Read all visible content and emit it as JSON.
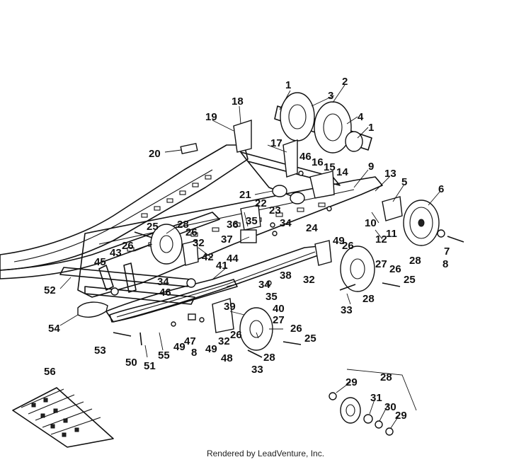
{
  "footer": "Rendered by LeadVenture, Inc.",
  "callouts": [
    {
      "id": "c1a",
      "text": "1"
    },
    {
      "id": "c2",
      "text": "2"
    },
    {
      "id": "c3",
      "text": "3"
    },
    {
      "id": "c4",
      "text": "4"
    },
    {
      "id": "c1b",
      "text": "1"
    },
    {
      "id": "c18",
      "text": "18"
    },
    {
      "id": "c19",
      "text": "19"
    },
    {
      "id": "c17",
      "text": "17"
    },
    {
      "id": "c20",
      "text": "20"
    },
    {
      "id": "c46a",
      "text": "46"
    },
    {
      "id": "c16",
      "text": "16"
    },
    {
      "id": "c15",
      "text": "15"
    },
    {
      "id": "c14",
      "text": "14"
    },
    {
      "id": "c9",
      "text": "9"
    },
    {
      "id": "c13",
      "text": "13"
    },
    {
      "id": "c5",
      "text": "5"
    },
    {
      "id": "c6",
      "text": "6"
    },
    {
      "id": "c21",
      "text": "21"
    },
    {
      "id": "c22",
      "text": "22"
    },
    {
      "id": "c23",
      "text": "23"
    },
    {
      "id": "c10",
      "text": "10"
    },
    {
      "id": "c11",
      "text": "11"
    },
    {
      "id": "c12",
      "text": "12"
    },
    {
      "id": "c36",
      "text": "36"
    },
    {
      "id": "c35a",
      "text": "35"
    },
    {
      "id": "c34a",
      "text": "34"
    },
    {
      "id": "c24",
      "text": "24"
    },
    {
      "id": "c25a",
      "text": "25"
    },
    {
      "id": "c28a",
      "text": "28"
    },
    {
      "id": "c26a",
      "text": "26"
    },
    {
      "id": "c32a",
      "text": "32"
    },
    {
      "id": "c37",
      "text": "37"
    },
    {
      "id": "c49a",
      "text": "49"
    },
    {
      "id": "c26b",
      "text": "26"
    },
    {
      "id": "c7",
      "text": "7"
    },
    {
      "id": "c28b",
      "text": "28"
    },
    {
      "id": "c8a",
      "text": "8"
    },
    {
      "id": "c26c",
      "text": "26"
    },
    {
      "id": "c43",
      "text": "43"
    },
    {
      "id": "c42",
      "text": "42"
    },
    {
      "id": "c44",
      "text": "44"
    },
    {
      "id": "c41",
      "text": "41"
    },
    {
      "id": "c45",
      "text": "45"
    },
    {
      "id": "c27a",
      "text": "27"
    },
    {
      "id": "c26d",
      "text": "26"
    },
    {
      "id": "c38",
      "text": "38"
    },
    {
      "id": "c32b",
      "text": "32"
    },
    {
      "id": "c25b",
      "text": "25"
    },
    {
      "id": "c52",
      "text": "52"
    },
    {
      "id": "c34b",
      "text": "34"
    },
    {
      "id": "c46b",
      "text": "46"
    },
    {
      "id": "c34c",
      "text": "34"
    },
    {
      "id": "c35b",
      "text": "35"
    },
    {
      "id": "c33a",
      "text": "33"
    },
    {
      "id": "c28c",
      "text": "28"
    },
    {
      "id": "c39",
      "text": "39"
    },
    {
      "id": "c40",
      "text": "40"
    },
    {
      "id": "c27b",
      "text": "27"
    },
    {
      "id": "c26e",
      "text": "26"
    },
    {
      "id": "c54",
      "text": "54"
    },
    {
      "id": "c26f",
      "text": "26"
    },
    {
      "id": "c25c",
      "text": "25"
    },
    {
      "id": "c47",
      "text": "47"
    },
    {
      "id": "c32c",
      "text": "32"
    },
    {
      "id": "c49b",
      "text": "49"
    },
    {
      "id": "c8b",
      "text": "8"
    },
    {
      "id": "c49c",
      "text": "49"
    },
    {
      "id": "c48",
      "text": "48"
    },
    {
      "id": "c28d",
      "text": "28"
    },
    {
      "id": "c53",
      "text": "53"
    },
    {
      "id": "c50",
      "text": "50"
    },
    {
      "id": "c51",
      "text": "51"
    },
    {
      "id": "c55",
      "text": "55"
    },
    {
      "id": "c33b",
      "text": "33"
    },
    {
      "id": "c56",
      "text": "56"
    },
    {
      "id": "c28e",
      "text": "28"
    },
    {
      "id": "c29a",
      "text": "29"
    },
    {
      "id": "c31",
      "text": "31"
    },
    {
      "id": "c30",
      "text": "30"
    },
    {
      "id": "c29b",
      "text": "29"
    }
  ]
}
